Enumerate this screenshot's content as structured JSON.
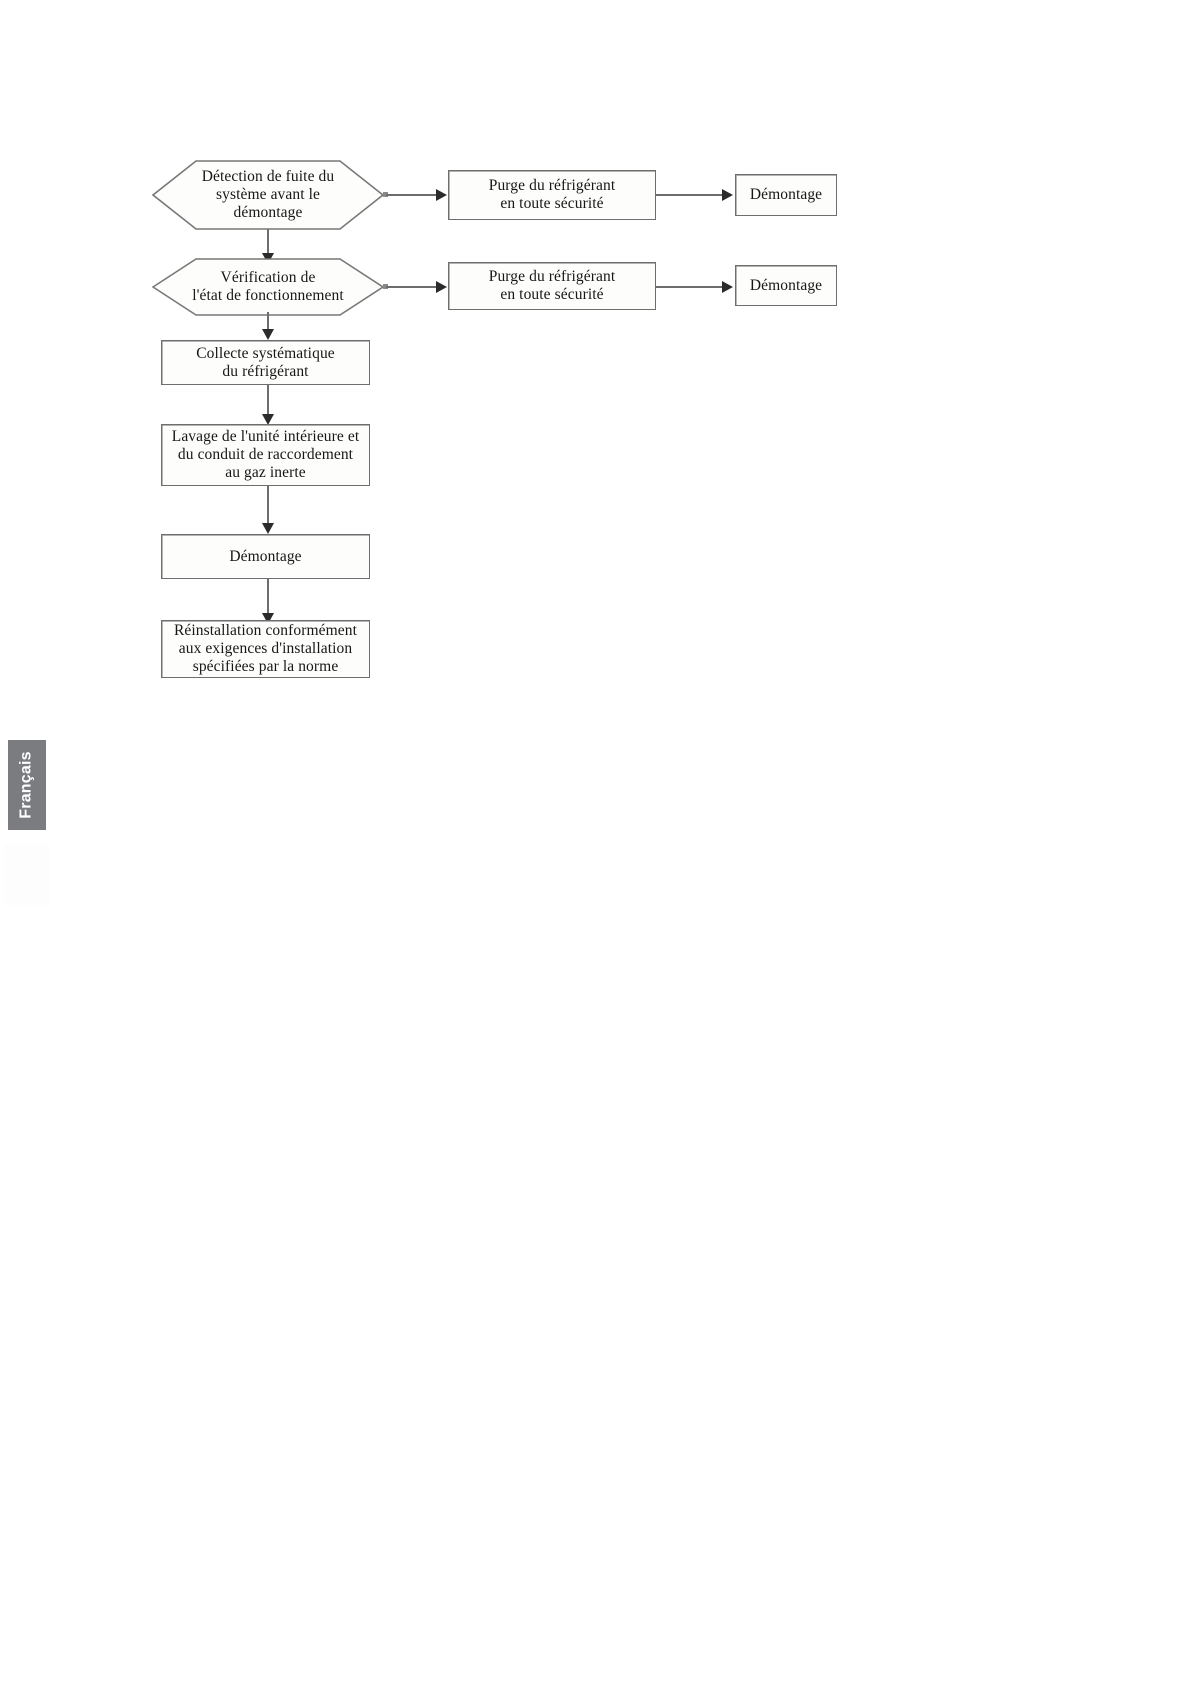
{
  "page": {
    "background_color": "#ffffff",
    "language_tab": {
      "label": "Français",
      "background_color": "#7b7c80",
      "text_color": "#ffffff"
    }
  },
  "chart_data": {
    "type": "diagram",
    "diagram_kind": "flowchart",
    "title": "",
    "orientation": "top-to-bottom with right branches",
    "node_border_color": "#6e6e6e",
    "node_fill_color": "#fdfdfb",
    "connector_color": "#6d6d6d",
    "nodes": [
      {
        "id": "n1",
        "shape": "hexagon",
        "label": "Détection de fuite du\nsystème avant le\ndémontage",
        "lines": [
          "Détection de fuite du",
          "système avant le",
          "démontage"
        ],
        "column": 1,
        "row": 1
      },
      {
        "id": "n2",
        "shape": "rect",
        "label": "Purge du réfrigérant\nen toute sécurité",
        "lines": [
          "Purge du réfrigérant",
          "en toute sécurité"
        ],
        "column": 2,
        "row": 1
      },
      {
        "id": "n3",
        "shape": "rect",
        "label": "Démontage",
        "lines": [
          "Démontage"
        ],
        "column": 3,
        "row": 1
      },
      {
        "id": "n4",
        "shape": "hexagon",
        "label": "Vérification de\nl'état de fonctionnement",
        "lines": [
          "Vérification de",
          "l'état de fonctionnement"
        ],
        "column": 1,
        "row": 2
      },
      {
        "id": "n5",
        "shape": "rect",
        "label": "Purge du réfrigérant\nen toute sécurité",
        "lines": [
          "Purge du réfrigérant",
          "en toute sécurité"
        ],
        "column": 2,
        "row": 2
      },
      {
        "id": "n6",
        "shape": "rect",
        "label": "Démontage",
        "lines": [
          "Démontage"
        ],
        "column": 3,
        "row": 2
      },
      {
        "id": "n7",
        "shape": "rect",
        "label": "Collecte systématique\ndu réfrigérant",
        "lines": [
          "Collecte systématique",
          "du réfrigérant"
        ],
        "column": 1,
        "row": 3
      },
      {
        "id": "n8",
        "shape": "rect",
        "label": "Lavage de l'unité intérieure et\ndu conduit de raccordement\nau gaz inerte",
        "lines": [
          "Lavage de l'unité intérieure et",
          "du conduit de raccordement",
          "au gaz inerte"
        ],
        "column": 1,
        "row": 4
      },
      {
        "id": "n9",
        "shape": "rect",
        "label": "Démontage",
        "lines": [
          "Démontage"
        ],
        "column": 1,
        "row": 5
      },
      {
        "id": "n10",
        "shape": "rect",
        "label": "Réinstallation conformément\naux exigences d'installation\nspécifiées par la norme",
        "lines": [
          "Réinstallation conformément",
          "aux exigences d'installation",
          "spécifiées par la norme"
        ],
        "column": 1,
        "row": 6
      }
    ],
    "edges": [
      {
        "from": "n1",
        "to": "n2",
        "direction": "right",
        "arrow": true
      },
      {
        "from": "n2",
        "to": "n3",
        "direction": "right",
        "arrow": true
      },
      {
        "from": "n1",
        "to": "n4",
        "direction": "down",
        "arrow": true
      },
      {
        "from": "n4",
        "to": "n5",
        "direction": "right",
        "arrow": true
      },
      {
        "from": "n5",
        "to": "n6",
        "direction": "right",
        "arrow": true
      },
      {
        "from": "n4",
        "to": "n7",
        "direction": "down",
        "arrow": true
      },
      {
        "from": "n7",
        "to": "n8",
        "direction": "down",
        "arrow": true
      },
      {
        "from": "n8",
        "to": "n9",
        "direction": "down",
        "arrow": true
      },
      {
        "from": "n9",
        "to": "n10",
        "direction": "down",
        "arrow": true
      }
    ]
  }
}
